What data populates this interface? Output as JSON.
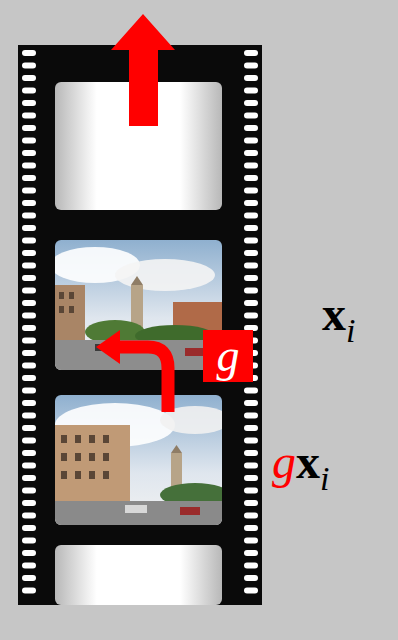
{
  "diagram": {
    "nodes": [
      {
        "text": [
          "g"
        ]
      }
    ],
    "labels": [
      "x",
      "i",
      "g",
      "x",
      "i"
    ]
  }
}
